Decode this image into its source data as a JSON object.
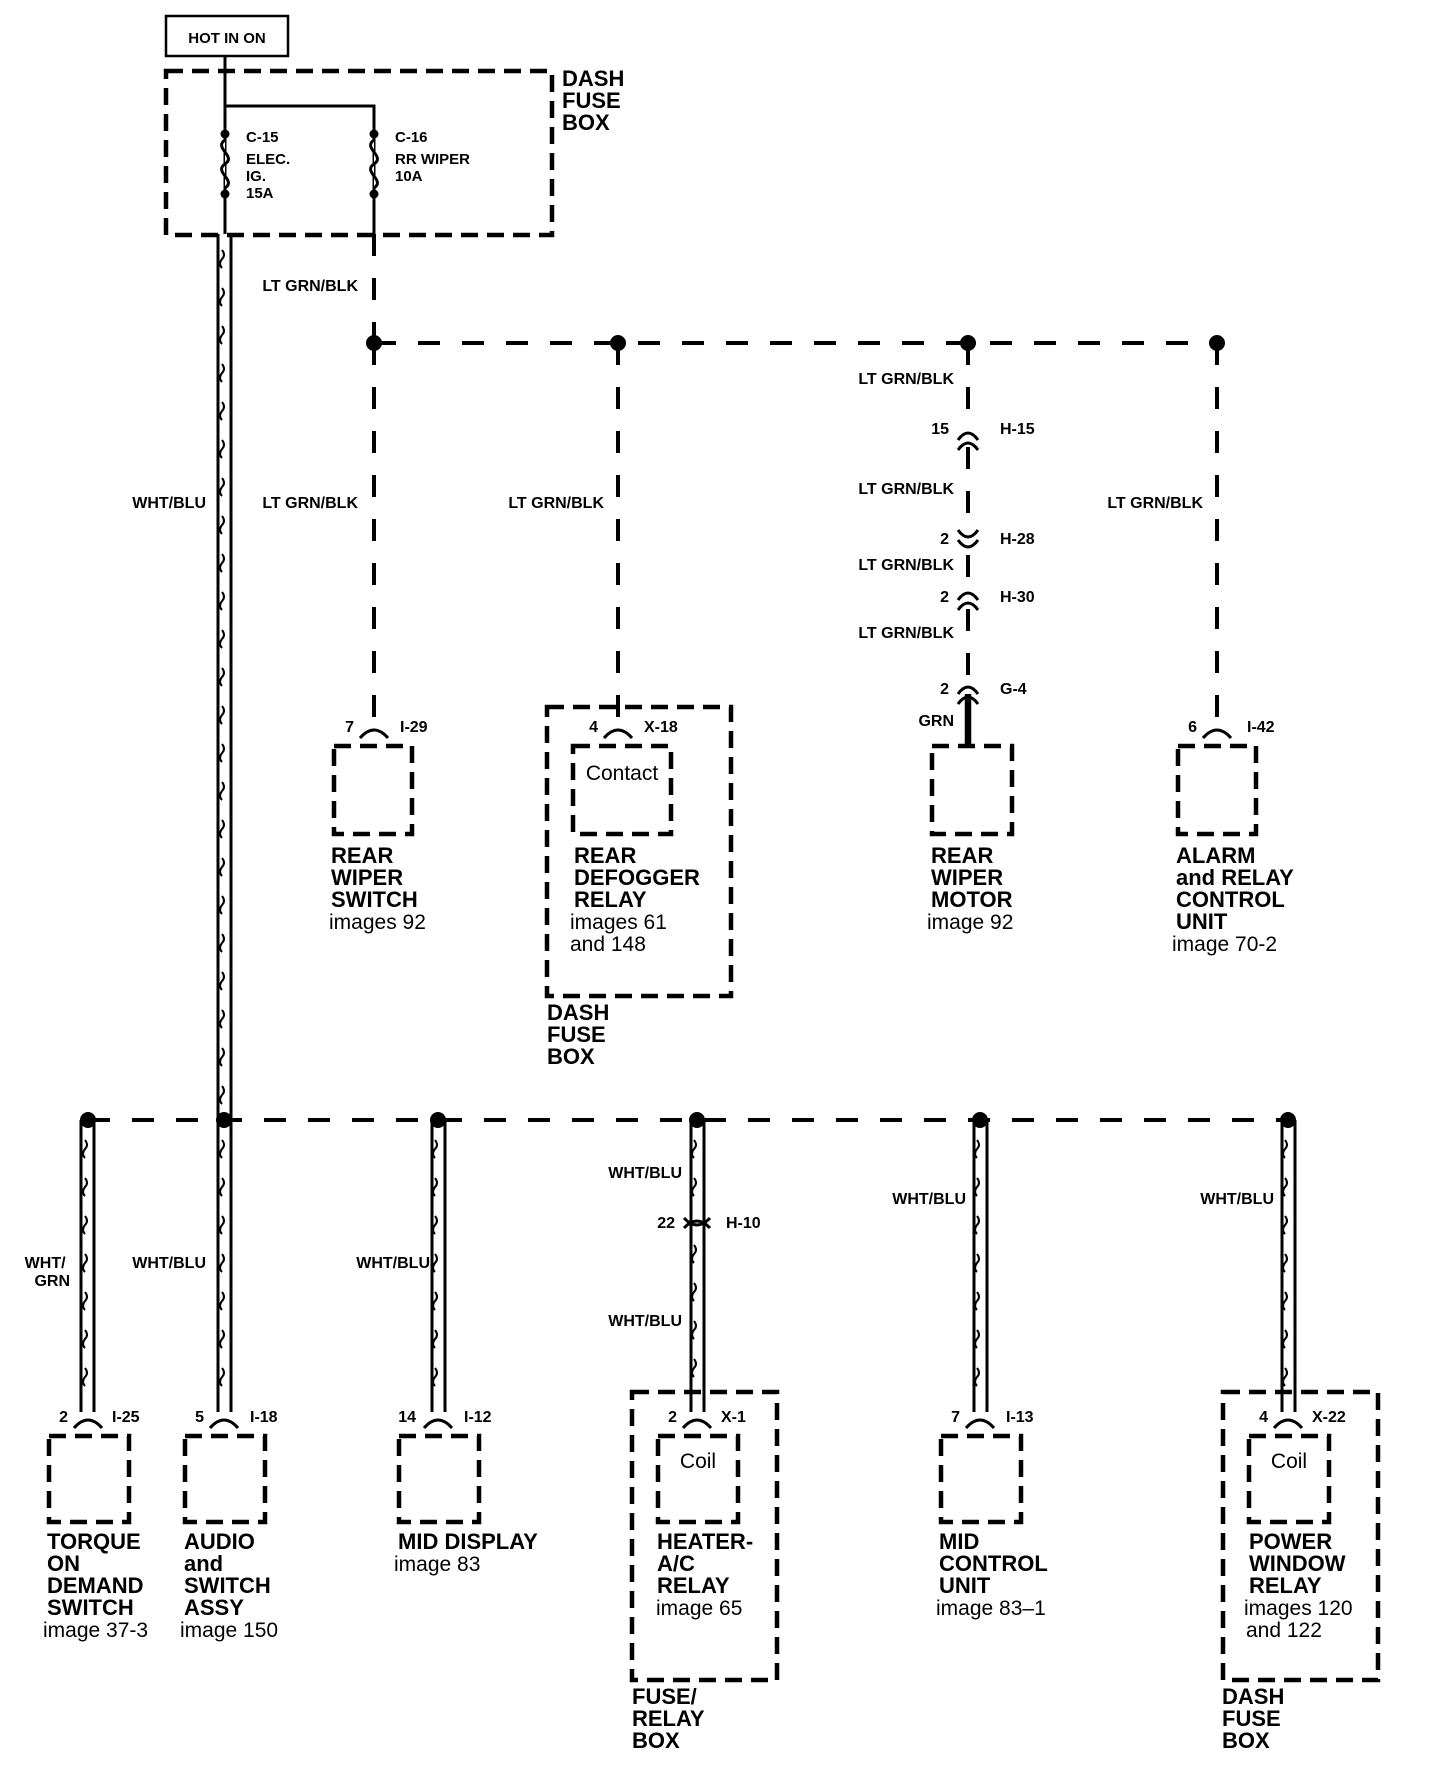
{
  "header": {
    "hot_label": "HOT IN ON"
  },
  "dash_fuse_box": {
    "title": [
      "DASH",
      "FUSE",
      "BOX"
    ],
    "fuse_c15": [
      "C-15",
      "ELEC.",
      "IG.",
      "15A"
    ],
    "fuse_c16": [
      "C-16",
      "RR WIPER",
      "10A"
    ]
  },
  "wires": {
    "lt_grn_blk": "LT GRN/BLK",
    "wht_blu": "WHT/BLU",
    "wht_grn": [
      "WHT/",
      "GRN"
    ],
    "grn": "GRN"
  },
  "upper_connectors": {
    "h15": {
      "pin": "15",
      "id": "H-15"
    },
    "h28": {
      "pin": "2",
      "id": "H-28"
    },
    "h30": {
      "pin": "2",
      "id": "H-30"
    },
    "g4": {
      "pin": "2",
      "id": "G-4"
    }
  },
  "upper_components": {
    "rear_wiper_switch": {
      "pin": "7",
      "connector": "I-29",
      "name": [
        "REAR",
        "WIPER",
        "SWITCH"
      ],
      "ref": [
        "images 92"
      ]
    },
    "rear_defogger_relay": {
      "pin": "4",
      "connector": "X-18",
      "inner": "Contact",
      "name": [
        "REAR",
        "DEFOGGER",
        "RELAY"
      ],
      "ref": [
        "images 61",
        " and 148"
      ],
      "box": [
        "DASH",
        "FUSE",
        "BOX"
      ]
    },
    "rear_wiper_motor": {
      "name": [
        "REAR",
        "WIPER",
        "MOTOR"
      ],
      "ref": [
        "image 92"
      ]
    },
    "alarm_relay_control": {
      "pin": "6",
      "connector": "I-42",
      "name": [
        "ALARM",
        "and RELAY",
        "CONTROL",
        "UNIT"
      ],
      "ref": [
        "image 70-2"
      ]
    }
  },
  "lower_connectors": {
    "h10": {
      "pin": "22",
      "id": "H-10"
    }
  },
  "lower_components": {
    "torque_on_demand": {
      "pin": "2",
      "connector": "I-25",
      "name": [
        "TORQUE",
        "ON",
        "DEMAND",
        "SWITCH"
      ],
      "ref": [
        "image 37-3"
      ]
    },
    "audio_switch_assy": {
      "pin": "5",
      "connector": "I-18",
      "name": [
        "AUDIO",
        "and",
        "SWITCH",
        "ASSY"
      ],
      "ref": [
        "image 150"
      ]
    },
    "mid_display": {
      "pin": "14",
      "connector": "I-12",
      "name": [
        "MID DISPLAY"
      ],
      "ref": [
        "image 83"
      ]
    },
    "heater_ac_relay": {
      "pin": "2",
      "connector": "X-1",
      "inner": "Coil",
      "name": [
        "HEATER-",
        "A/C",
        "RELAY"
      ],
      "ref": [
        "image 65"
      ],
      "box": [
        "FUSE/",
        "RELAY",
        "BOX"
      ]
    },
    "mid_control_unit": {
      "pin": "7",
      "connector": "I-13",
      "name": [
        "MID",
        "CONTROL",
        "UNIT"
      ],
      "ref": [
        "image 83–1"
      ]
    },
    "power_window_relay": {
      "pin": "4",
      "connector": "X-22",
      "inner": "Coil",
      "name": [
        "POWER",
        "WINDOW",
        "RELAY"
      ],
      "ref": [
        "images 120",
        "and 122"
      ],
      "box": [
        "DASH",
        "FUSE",
        "BOX"
      ]
    }
  }
}
